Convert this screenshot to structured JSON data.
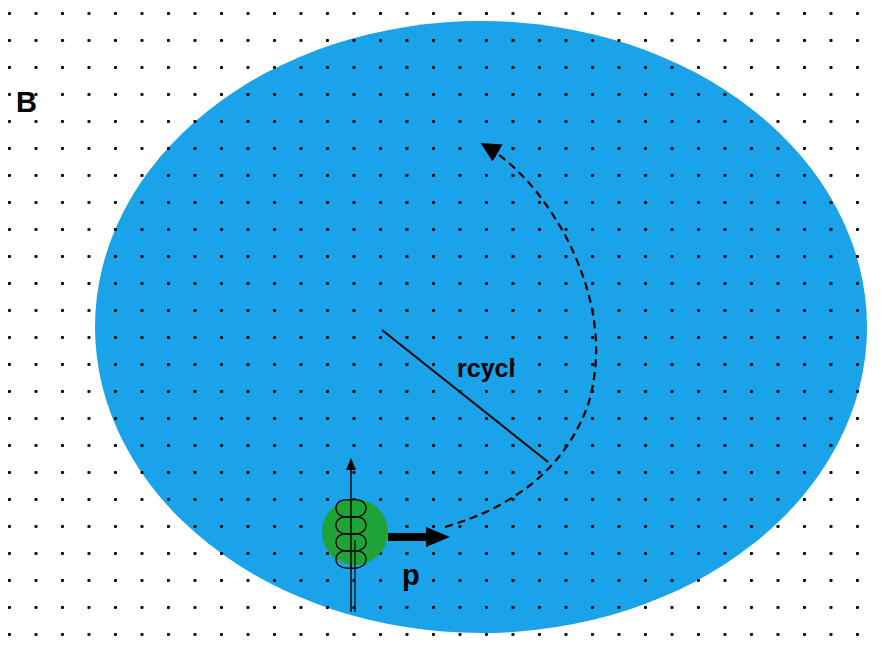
{
  "diagram": {
    "labels": [
      "B",
      "rcycl",
      "p"
    ]
  }
}
